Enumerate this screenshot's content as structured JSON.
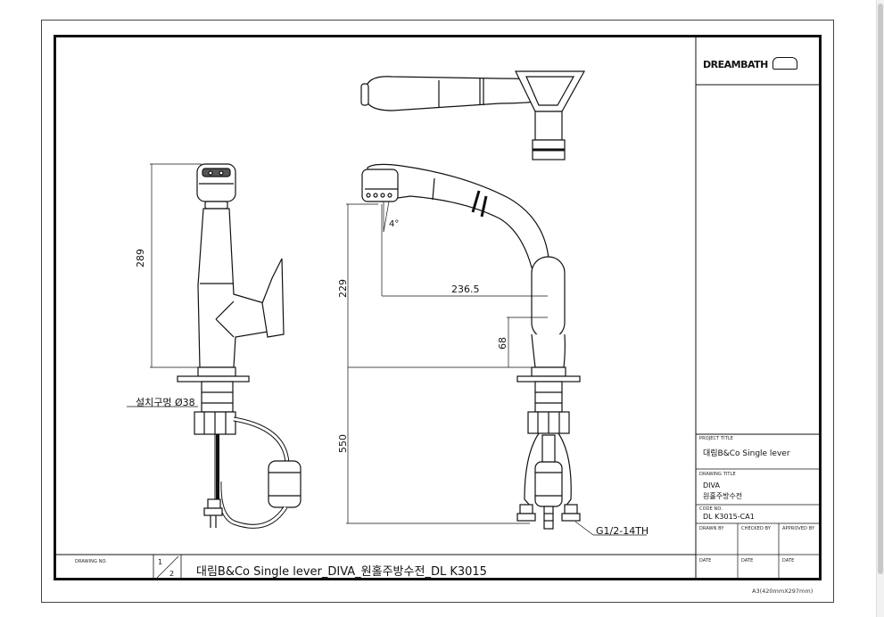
{
  "logo": {
    "text": "DREAMBATH"
  },
  "dimensions": {
    "height_total": "289",
    "spout_height": "229",
    "spout_reach": "236.5",
    "lever_height": "68",
    "hose_length": "550",
    "spray_angle": "4°",
    "hole_size": "설치구멍 Ø38",
    "thread": "G1/2-14TH"
  },
  "title_block": {
    "project_title_label": "PROJECT TITLE",
    "project_title": "대림B&Co Single lever",
    "drawing_title_label": "DRAWING TITLE",
    "drawing_title_en": "DIVA",
    "drawing_title_ko": "원홀주방수전",
    "code_label": "CODE NO.",
    "code": "DL K3015-CA1",
    "drawn_by": "DRAWN BY",
    "checked_by": "CHECKED BY",
    "approved_by": "APPROVED BY",
    "date1": "DATE",
    "date2": "DATE",
    "date3": "DATE"
  },
  "footer": {
    "drawing_no_label": "DRAWING NO.",
    "page_num": "1",
    "page_den": "2",
    "title": "대림B&Co Single lever_DIVA_원홀주방수전_DL K3015",
    "paper_size": "A3(420mmX297mm)"
  }
}
